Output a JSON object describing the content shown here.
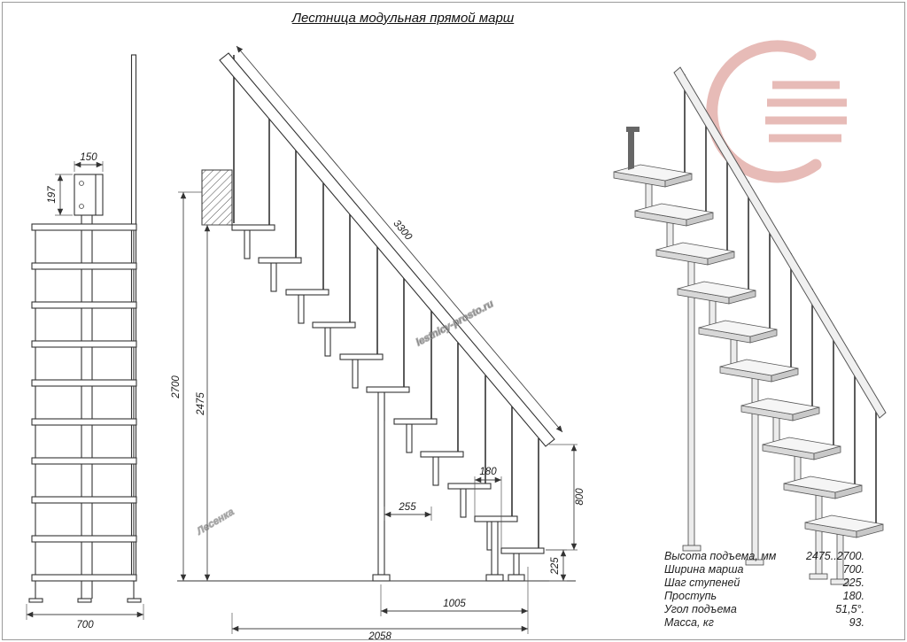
{
  "title": "Лестница модульная прямой марш",
  "watermarks": {
    "site": "lestnicy-prosto.ru",
    "brand": "Лесенка"
  },
  "front_view": {
    "dim_top_width": "150",
    "dim_top_height": "197",
    "dim_base_width": "700"
  },
  "side_view": {
    "dim_rail_length": "3300",
    "dim_total_height": "2700",
    "dim_steps_height": "2475",
    "dim_tread_depth": "180",
    "dim_255": "255",
    "dim_rail_height": "800",
    "dim_step_rise": "225",
    "dim_1005": "1005",
    "dim_total_run": "2058"
  },
  "specs": {
    "rows": [
      {
        "label": "Высота подъема, мм",
        "value": "2475..2700."
      },
      {
        "label": "Ширина марша",
        "value": "700."
      },
      {
        "label": "Шаг ступеней",
        "value": "225."
      },
      {
        "label": "Проступь",
        "value": "180."
      },
      {
        "label": "Угол подъема",
        "value": "51,5°."
      },
      {
        "label": "Масса, кг",
        "value": "93."
      }
    ]
  },
  "colors": {
    "logo": "#e2aba6",
    "line": "#333333"
  }
}
